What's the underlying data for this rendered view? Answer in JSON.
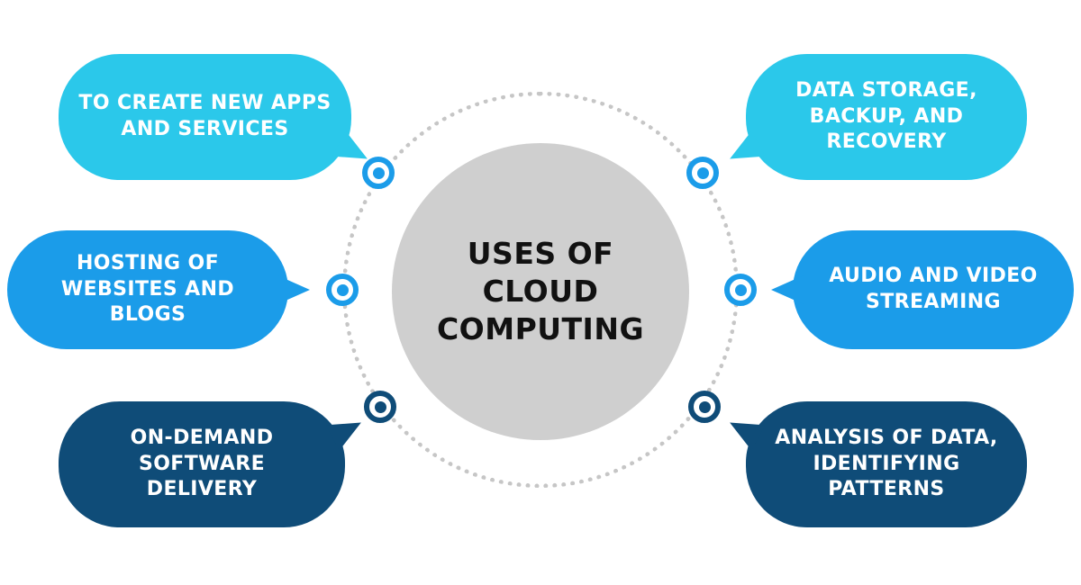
{
  "center": {
    "title": "USES OF\nCLOUD\nCOMPUTING"
  },
  "bubbles": [
    {
      "id": "create-apps",
      "label": "TO CREATE NEW APPS\nAND SERVICES",
      "color": "#2bc8ea"
    },
    {
      "id": "data-storage",
      "label": "DATA STORAGE,\nBACKUP, AND\nRECOVERY",
      "color": "#2bc8ea"
    },
    {
      "id": "hosting",
      "label": "HOSTING OF\nWEBSITES AND BLOGS",
      "color": "#1b9ce9"
    },
    {
      "id": "streaming",
      "label": "AUDIO AND VIDEO\nSTREAMING",
      "color": "#1b9ce9"
    },
    {
      "id": "on-demand",
      "label": "ON-DEMAND\nSOFTWARE\nDELIVERY",
      "color": "#0f4c78"
    },
    {
      "id": "analysis",
      "label": "ANALYSIS OF DATA,\nIDENTIFYING\nPATTERNS",
      "color": "#0f4c78"
    }
  ],
  "connectors": [
    {
      "position": "top-left",
      "color": "#1b9ce9"
    },
    {
      "position": "top-right",
      "color": "#1b9ce9"
    },
    {
      "position": "middle-left",
      "color": "#1b9ce9"
    },
    {
      "position": "middle-right",
      "color": "#1b9ce9"
    },
    {
      "position": "bottom-left",
      "color": "#0f4c78"
    },
    {
      "position": "bottom-right",
      "color": "#0f4c78"
    }
  ],
  "palette": {
    "cyan": "#2bc8ea",
    "blue": "#1b9ce9",
    "navy": "#0f4c78",
    "center_circle": "#cfcfcf",
    "dotted_ring": "#c6c6c6",
    "background": "#ffffff",
    "title_text": "#111111",
    "bubble_text": "#ffffff"
  }
}
